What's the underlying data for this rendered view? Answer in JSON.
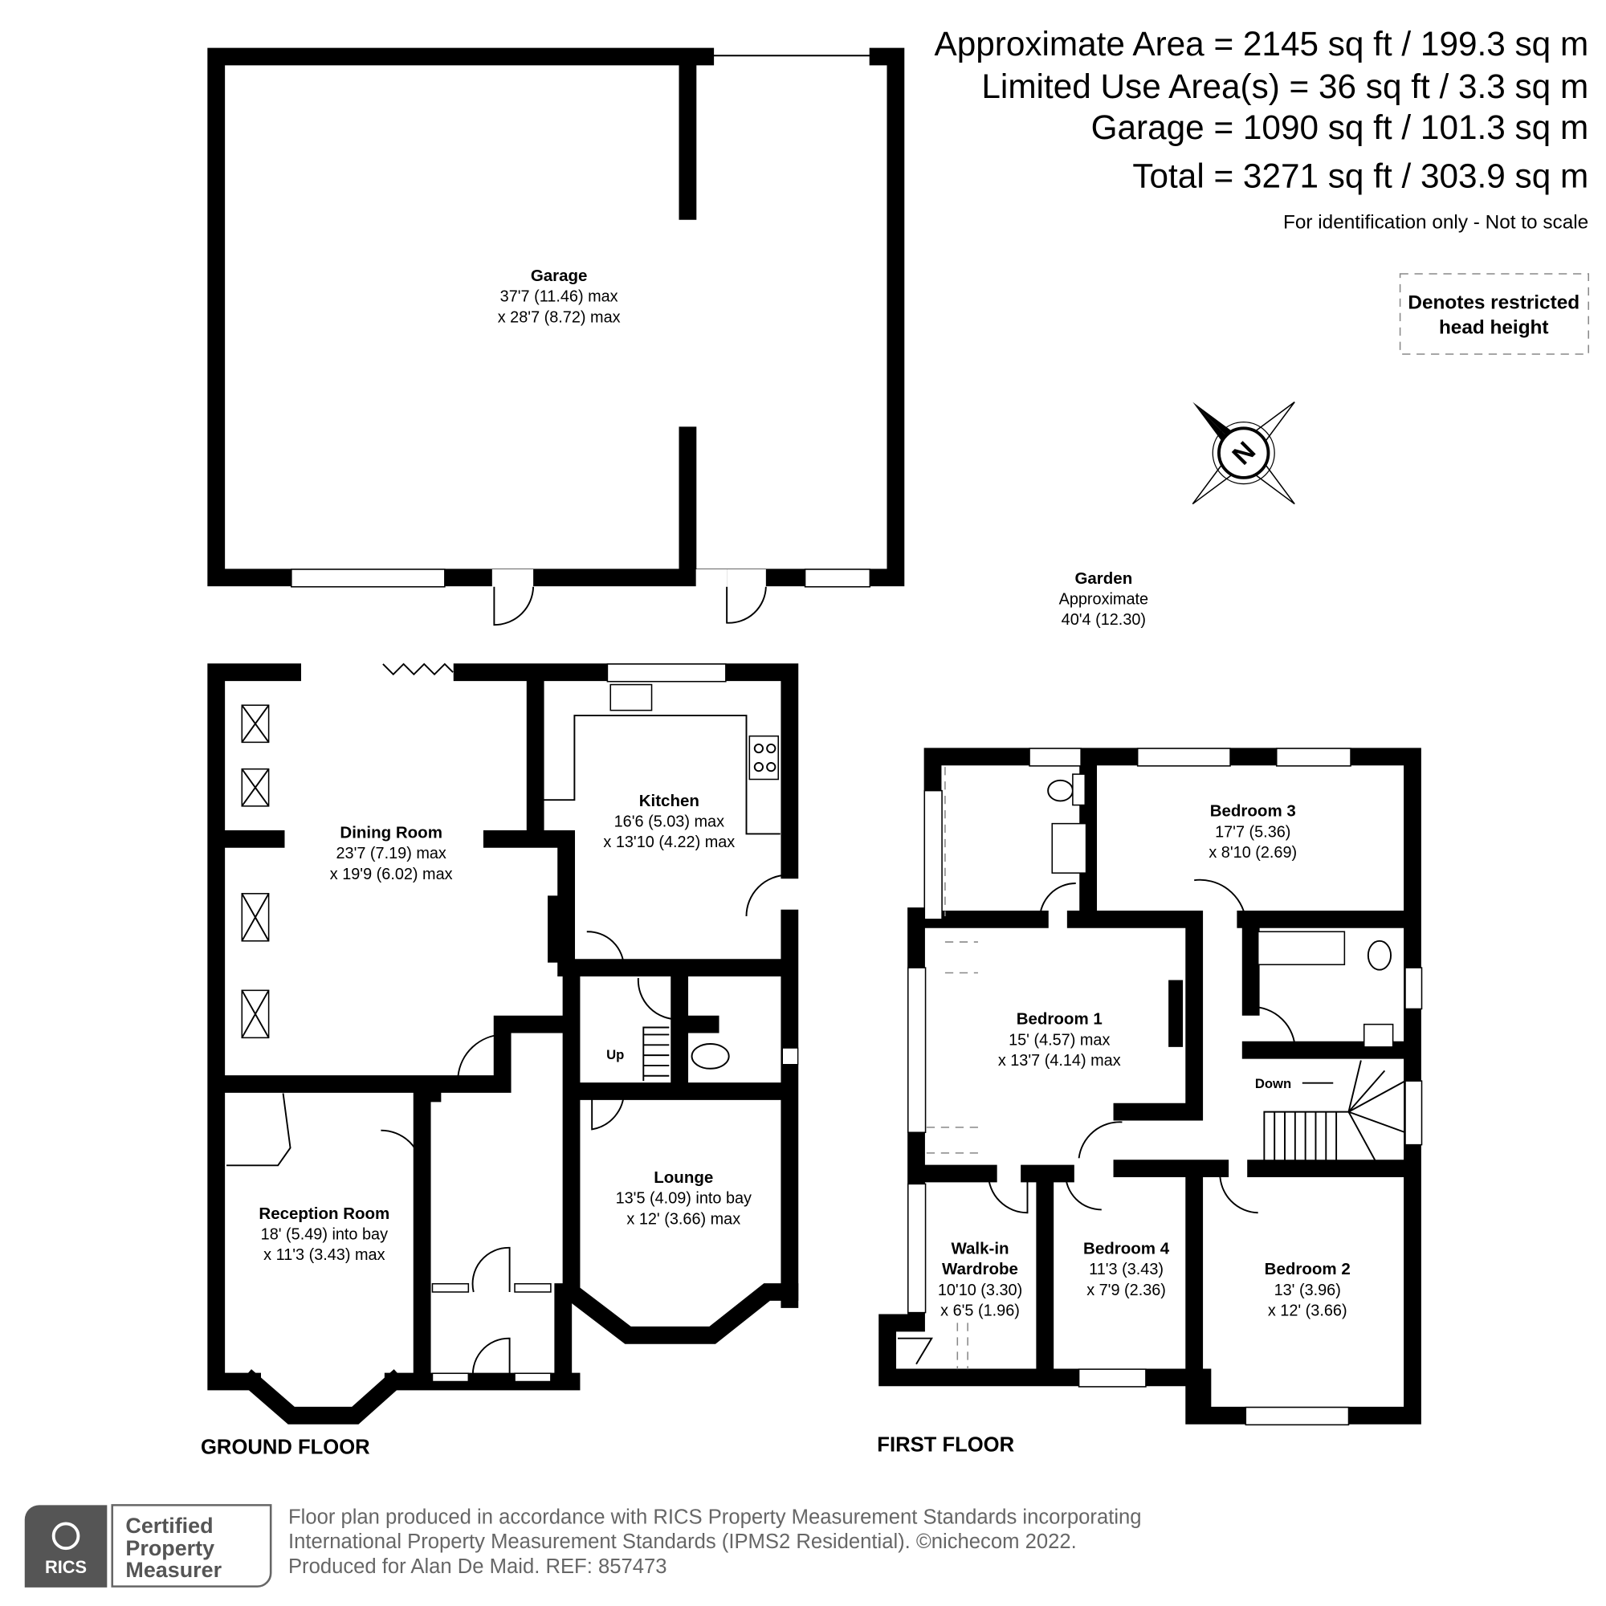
{
  "areas": {
    "approximate": "Approximate Area = 2145 sq ft / 199.3 sq m",
    "limited_use": "Limited Use Area(s) = 36 sq ft / 3.3 sq m",
    "garage": "Garage = 1090 sq ft / 101.3 sq m",
    "total": "Total = 3271 sq ft / 303.9 sq m",
    "note": "For identification only - Not to scale"
  },
  "legend": {
    "line1": "Denotes restricted",
    "line2": "head height"
  },
  "compass": {
    "label": "N",
    "icon": "north-compass-icon"
  },
  "rooms": {
    "garage": {
      "name": "Garage",
      "d1": "37'7 (11.46) max",
      "d2": "x 28'7 (8.72) max"
    },
    "garden": {
      "name": "Garden",
      "d1": "Approximate",
      "d2": "40'4 (12.30)"
    },
    "dining": {
      "name": "Dining Room",
      "d1": "23'7 (7.19) max",
      "d2": "x 19'9 (6.02) max"
    },
    "kitchen": {
      "name": "Kitchen",
      "d1": "16'6 (5.03) max",
      "d2": "x 13'10 (4.22) max"
    },
    "reception": {
      "name": "Reception Room",
      "d1": "18' (5.49) into bay",
      "d2": "x 11'3 (3.43) max"
    },
    "lounge": {
      "name": "Lounge",
      "d1": "13'5 (4.09) into bay",
      "d2": "x 12' (3.66) max"
    },
    "bedroom3": {
      "name": "Bedroom 3",
      "d1": "17'7 (5.36)",
      "d2": "x 8'10 (2.69)"
    },
    "bedroom1": {
      "name": "Bedroom 1",
      "d1": "15' (4.57) max",
      "d2": "x 13'7 (4.14) max"
    },
    "wardrobe": {
      "name1": "Walk-in",
      "name2": "Wardrobe",
      "d1": "10'10 (3.30)",
      "d2": "x 6'5 (1.96)"
    },
    "bedroom4": {
      "name": "Bedroom 4",
      "d1": "11'3 (3.43)",
      "d2": "x 7'9 (2.36)"
    },
    "bedroom2": {
      "name": "Bedroom 2",
      "d1": "13' (3.96)",
      "d2": "x 12' (3.66)"
    }
  },
  "stairs": {
    "up": "Up",
    "down": "Down"
  },
  "floors": {
    "ground": "GROUND FLOOR",
    "first": "FIRST FLOOR"
  },
  "footer": {
    "badge_brand": "RICS",
    "badge_l1": "Certified",
    "badge_l2": "Property",
    "badge_l3": "Measurer",
    "line1": "Floor plan produced in accordance with RICS Property Measurement Standards incorporating",
    "line2": "International Property Measurement Standards (IPMS2 Residential).   ©nichecom 2022.",
    "line3": "Produced for Alan De Maid.   REF: 857473"
  }
}
